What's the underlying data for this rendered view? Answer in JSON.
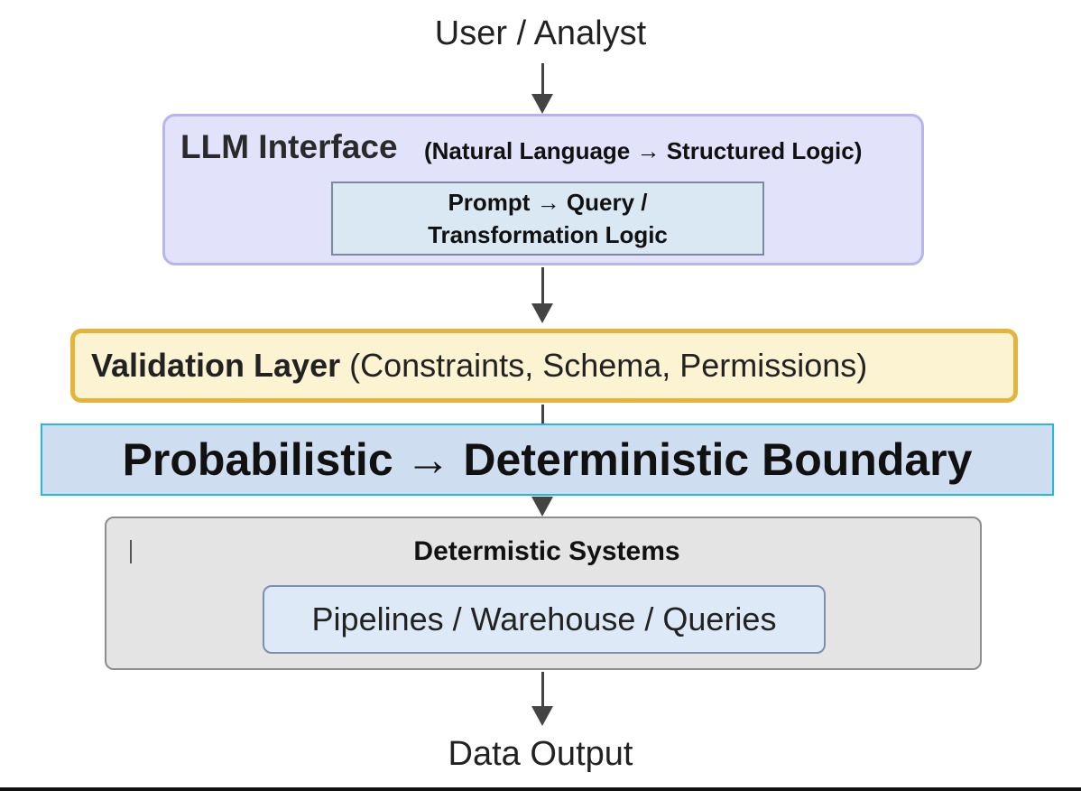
{
  "diagram": {
    "top_label": "User / Analyst",
    "llm": {
      "title": "LLM Interface",
      "subtitle": "(Natural Language → Structured Logic)",
      "inner_line1": "Prompt → Query /",
      "inner_line2": "Transformation Logic"
    },
    "validation": {
      "title": "Validation Layer",
      "detail": "(Constraints, Schema, Permissions)"
    },
    "boundary": "Probabilistic → Deterministic Boundary",
    "deterministic": {
      "title": "Determistic Systems",
      "inner": "Pipelines / Warehouse / Queries"
    },
    "bottom_label": "Data Output"
  },
  "colors": {
    "llm_fill": "#e3e2fb",
    "validation_border": "#e4b43c",
    "boundary_border": "#22b8e2",
    "deterministic_fill": "#e4e4e4"
  }
}
